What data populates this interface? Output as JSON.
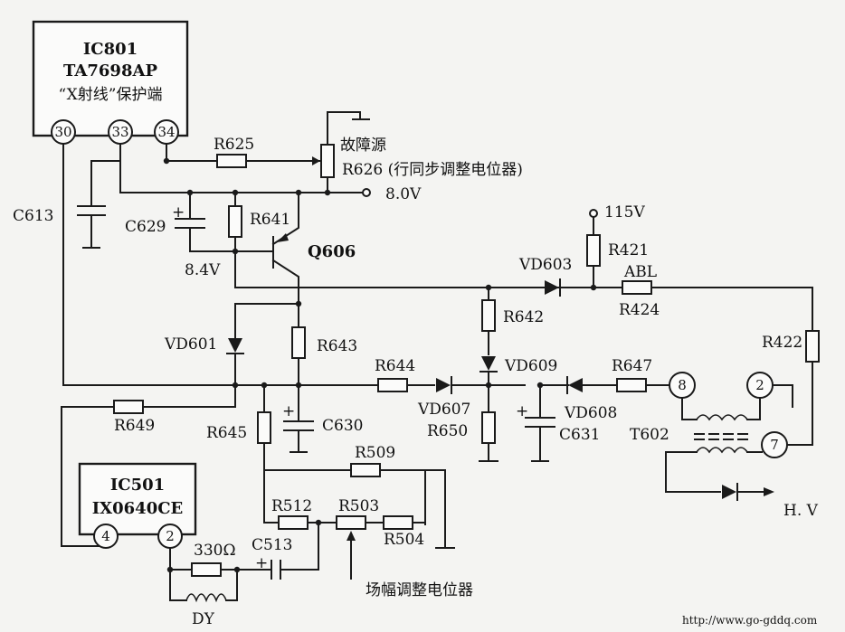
{
  "ic801": {
    "line1": "IC801",
    "line2": "TA7698AP",
    "line3": "“X射线”保护端",
    "pins": [
      "30",
      "33",
      "34"
    ]
  },
  "ic501": {
    "line1": "IC501",
    "line2": "IX0640CE",
    "pins": [
      "4",
      "2"
    ]
  },
  "t602": {
    "label": "T602",
    "pins": [
      "8",
      "2",
      "7"
    ]
  },
  "labels": {
    "r625": "R625",
    "fault": "故障源",
    "r626": "R626 (行同步调整电位器)",
    "v80": "8.0V",
    "c613": "C613",
    "c629": "C629",
    "r641": "R641",
    "q606": "Q606",
    "v84": "8.4V",
    "v115": "115V",
    "r421": "R421",
    "vd603": "VD603",
    "abl": "ABL",
    "r424": "R424",
    "r642": "R642",
    "vd601": "VD601",
    "r643": "R643",
    "r422": "R422",
    "r644": "R644",
    "vd609": "VD609",
    "r647": "R647",
    "r649": "R649",
    "vd607": "VD607",
    "vd608": "VD608",
    "r650": "R650",
    "c631": "C631",
    "r645": "R645",
    "c630": "C630",
    "r509": "R509",
    "r512": "R512",
    "r503": "R503",
    "r504": "R504",
    "r330": "330Ω",
    "c513": "C513",
    "dy": "DY",
    "hv": "H. V",
    "vpot": "场幅调整电位器",
    "url": "http://www.go-gddq.com"
  }
}
